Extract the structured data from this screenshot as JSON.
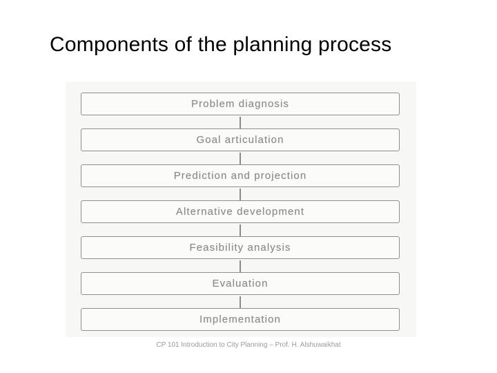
{
  "slide": {
    "title": "Components of the planning process",
    "footer": "CP 101 Introduction to City Planning – Prof. H. Alshuwaikhat"
  },
  "diagram": {
    "type": "flowchart",
    "orientation": "vertical",
    "nodes": [
      {
        "label": "Problem diagnosis"
      },
      {
        "label": "Goal articulation"
      },
      {
        "label": "Prediction and projection"
      },
      {
        "label": "Alternative development"
      },
      {
        "label": "Feasibility analysis"
      },
      {
        "label": "Evaluation"
      },
      {
        "label": "Implementation"
      }
    ],
    "colors": {
      "node_border": "#8d8d8d",
      "node_text": "#8a8a8a",
      "arrow": "#8a8a8a",
      "panel_background": "#f7f7f5"
    }
  }
}
